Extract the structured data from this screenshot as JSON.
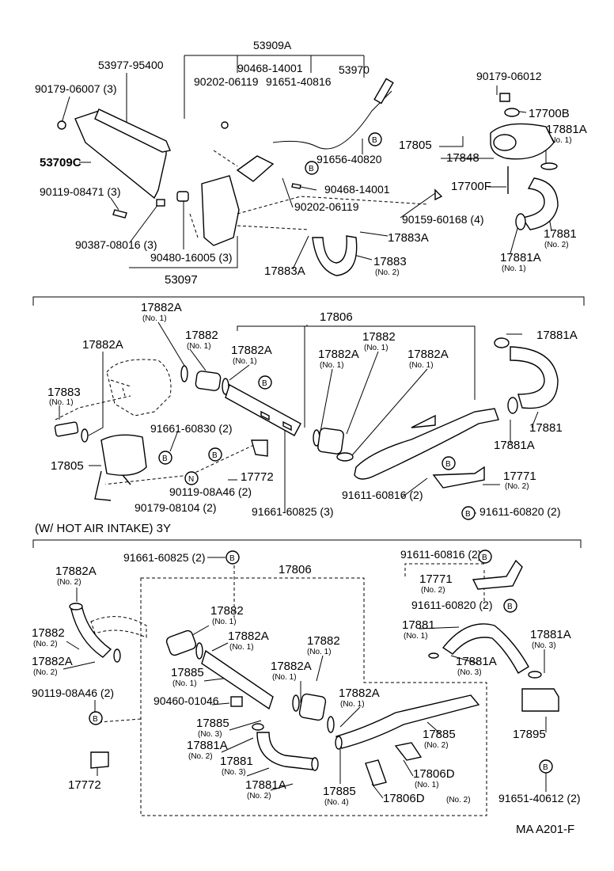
{
  "sections": {
    "top": {
      "labels": {
        "p53909A": "53909A",
        "p90468_14001_top": "90468-14001",
        "p53970": "53970",
        "p90202_06119_top": "90202-06119",
        "p91651_40816": "91651-40816",
        "p53977_95400": "53977-95400",
        "p90179_06007": "90179-06007 (3)",
        "p53709C": "53709C",
        "p90119_08471": "90119-08471 (3)",
        "p90387_08016": "90387-08016 (3)",
        "p90480_16005": "90480-16005 (3)",
        "p53097": "53097",
        "p91656_40820": "91656-40820",
        "p90468_14001_mid": "90468-14001",
        "p90202_06119_mid": "90202-06119",
        "p90159_60168": "90159-60168 (4)",
        "p17883A_r": "17883A",
        "p17883A_l": "17883A",
        "p17883": "17883",
        "p17883_no": "(No. 2)",
        "p90179_06012": "90179-06012",
        "p17700B": "17700B",
        "p17881A_tr": "17881A",
        "p17881A_tr_no": "(No. 1)",
        "p17805": "17805",
        "p17848": "17848",
        "p17700F": "17700F",
        "p17881": "17881",
        "p17881_no": "(No. 2)",
        "p17881A_b": "17881A",
        "p17881A_b_no": "(No. 1)",
        "b1": "B",
        "b2": "B"
      }
    },
    "middle": {
      "labels": {
        "p17882A_1": "17882A",
        "p17882A_1_no": "(No. 1)",
        "p17806": "17806",
        "p17882A_left": "17882A",
        "p17882_a": "17882",
        "p17882_a_no": "(No. 1)",
        "p17882A_2": "17882A",
        "p17882A_2_no": "(No. 1)",
        "p17882_b": "17882",
        "p17882_b_no": "(No. 1)",
        "p17882A_3": "17882A",
        "p17882A_3_no": "(No. 1)",
        "p17882A_4": "17882A",
        "p17882A_4_no": "(No. 1)",
        "p17881A_tr": "17881A",
        "p17883": "17883",
        "p17883_no": "(No. 1)",
        "p91661_60830": "91661-60830 (2)",
        "p17805": "17805",
        "p17772": "17772",
        "p90119_08A46": "90119-08A46 (2)",
        "p90179_08104": "90179-08104 (2)",
        "p91661_60825": "91661-60825 (3)",
        "p91611_60816": "91611-60816 (2)",
        "p17771": "17771",
        "p17771_no": "(No. 2)",
        "p91611_60820": "91611-60820 (2)",
        "p17881": "17881",
        "p17881A_b": "17881A",
        "b": "B",
        "n": "N"
      }
    },
    "bottom": {
      "heading": "(W/ HOT  AIR  INTAKE) 3Y",
      "labels": {
        "p91661_60825": "91661-60825 (2)",
        "p17806": "17806",
        "p91611_60816": "91611-60816 (2)",
        "p17771": "17771",
        "p17771_no": "(No. 2)",
        "p91611_60820": "91611-60820 (2)",
        "p17882A_tl": "17882A",
        "p17882A_tl_no": "(No. 2)",
        "p17882_l": "17882",
        "p17882_l_no": "(No. 2)",
        "p17882A_l2": "17882A",
        "p17882A_l2_no": "(No. 2)",
        "p90119_08A46": "90119-08A46 (2)",
        "p17772": "17772",
        "p17882_c": "17882",
        "p17882_c_no": "(No. 1)",
        "p17882A_c": "17882A",
        "p17882A_c_no": "(No. 1)",
        "p17885_a": "17885",
        "p17885_a_no": "(No. 1)",
        "p90460_01046": "90460-01046",
        "p17882_d": "17882",
        "p17882_d_no": "(No. 1)",
        "p17882A_d": "17882A",
        "p17882A_d_no": "(No. 1)",
        "p17882A_e": "17882A",
        "p17882A_e_no": "(No. 1)",
        "p17885_b": "17885",
        "p17885_b_no": "(No. 3)",
        "p17881A_f": "17881A",
        "p17881A_f_no": "(No. 2)",
        "p17881_g": "17881",
        "p17881_g_no": "(No. 3)",
        "p17881A_h": "17881A",
        "p17881A_h_no": "(No. 2)",
        "p17885_c": "17885",
        "p17885_c_no": "(No. 4)",
        "p17806D_a": "17806D",
        "p17806D_a_no": "(No. 2)",
        "p17806D_b": "17806D",
        "p17806D_b_no": "(No. 1)",
        "p17885_d": "17885",
        "p17885_d_no": "(No. 2)",
        "p17881_r": "17881",
        "p17881_r_no": "(No. 1)",
        "p17881A_r": "17881A",
        "p17881A_r_no": "(No. 3)",
        "p17881A_s": "17881A",
        "p17881A_s_no": "(No. 3)",
        "p17895": "17895",
        "p91651_40612": "91651-40612 (2)",
        "b": "B"
      }
    },
    "footer": "MA  A201-F"
  }
}
